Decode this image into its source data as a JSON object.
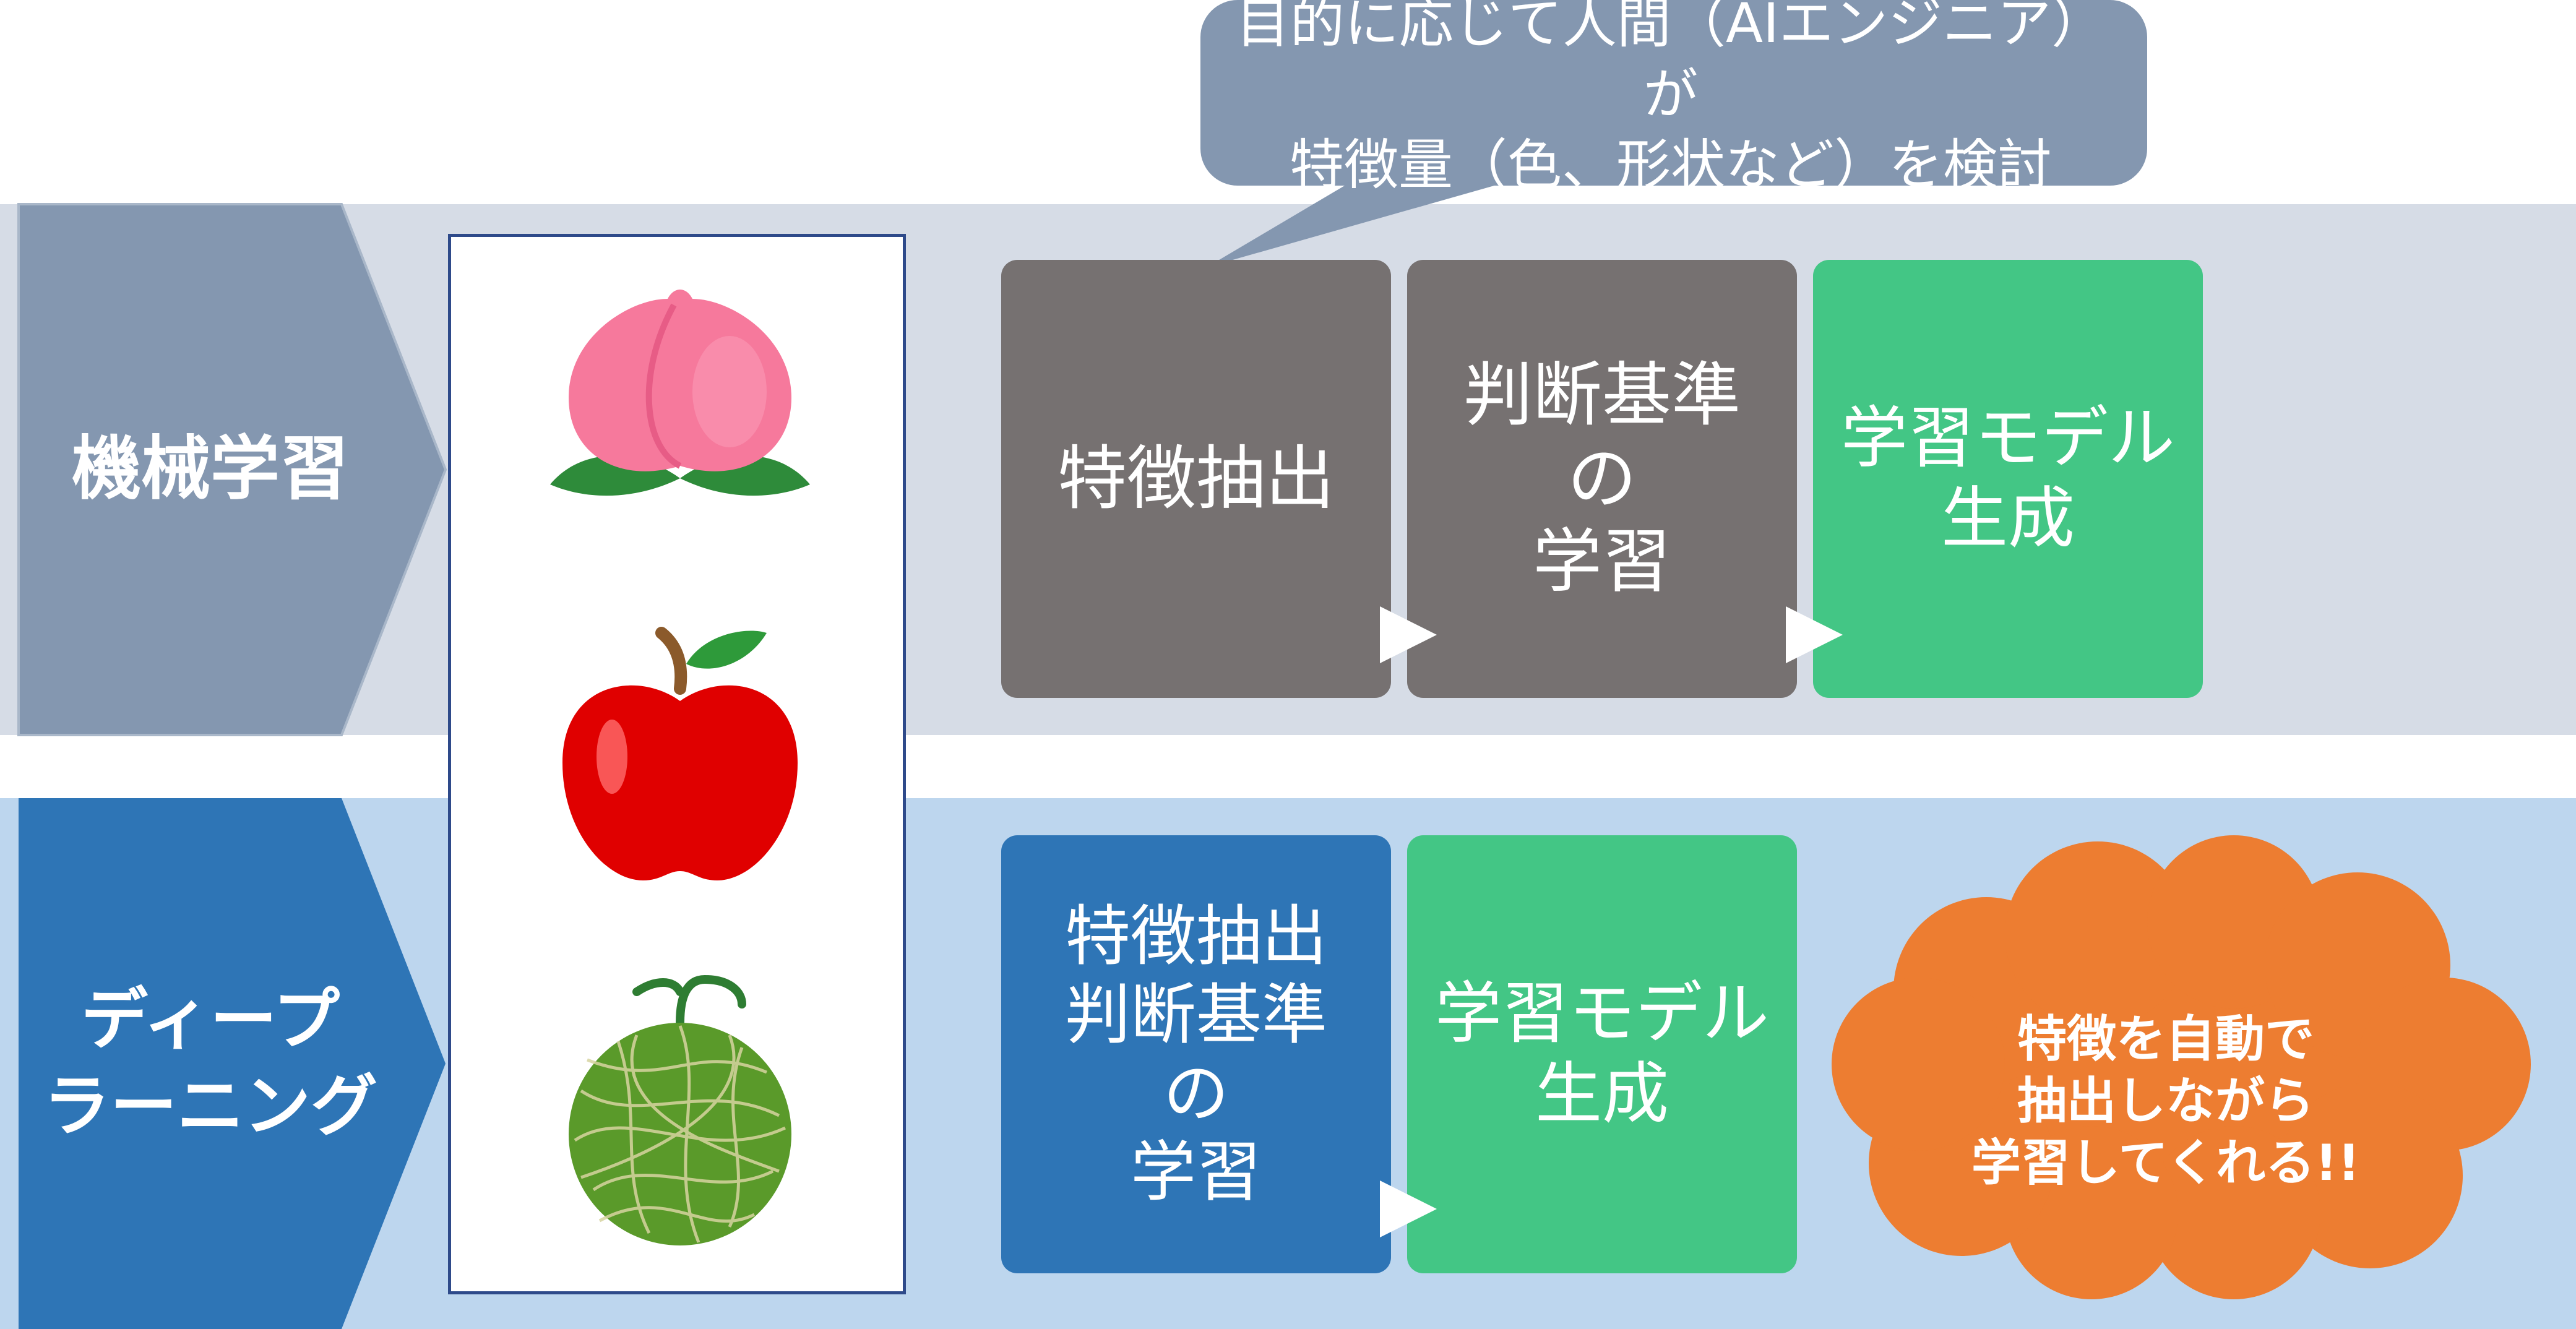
{
  "callout": {
    "text": "目的に応じて人間（AIエンジニア）が\n特徴量（色、形状など）を検討"
  },
  "ml_row": {
    "label": "機械学習",
    "boxes": [
      {
        "text": "特徴抽出"
      },
      {
        "text": "判断基準\nの\n学習"
      },
      {
        "text": "学習モデル\n生成"
      }
    ]
  },
  "dl_row": {
    "label": "ディープ\nラーニング",
    "boxes": [
      {
        "text": "特徴抽出\n判断基準\nの\n学習"
      },
      {
        "text": "学習モデル\n生成"
      }
    ]
  },
  "cloud": {
    "text": "特徴を自動で\n抽出しながら\n学習してくれる!!"
  },
  "colors": {
    "ml_band": "#d6dce6",
    "dl_band": "#bdd6ee",
    "ml_arrow": "#8497b0",
    "dl_arrow": "#2e75b6",
    "gray_box": "#767171",
    "green_box": "#43c685",
    "blue_box": "#2e75b6",
    "cloud": "#ed7d31",
    "callout": "#8497b0"
  },
  "icons": [
    "peach-icon",
    "apple-icon",
    "melon-icon"
  ]
}
